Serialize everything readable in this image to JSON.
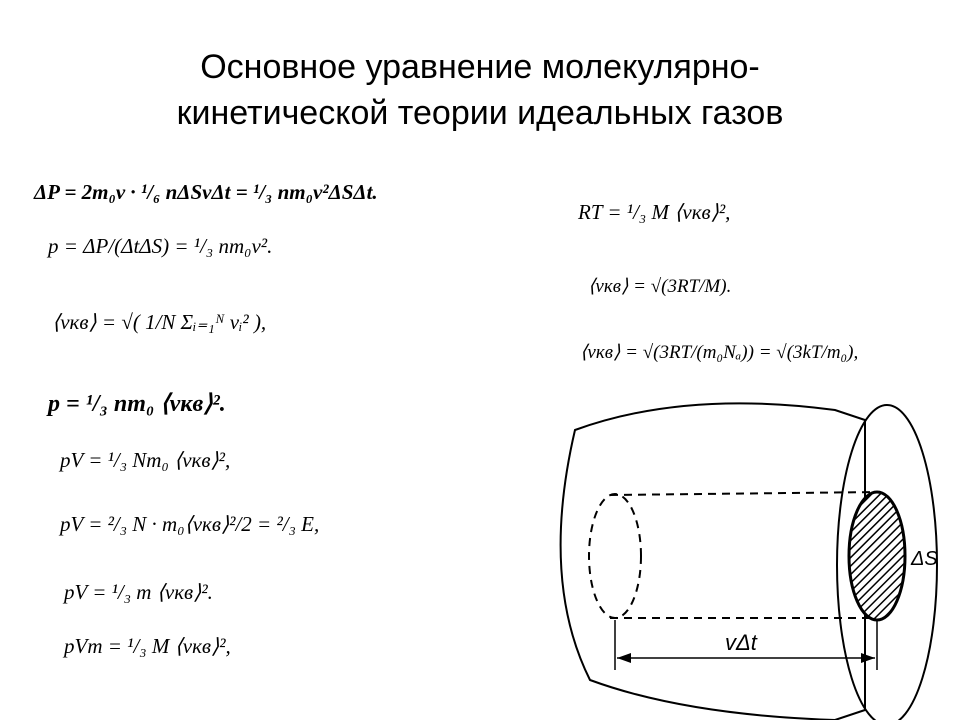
{
  "slide": {
    "title_line1": "Основное уравнение молекулярно-",
    "title_line2": "кинетической теории идеальных газов"
  },
  "equations_left": [
    "ΔP = 2m₀v · ¹/₆ nΔSvΔt = ¹/₃ nm₀v²ΔSΔt.",
    "p = ΔP/(ΔtΔS) = ¹/₃ nm₀v².",
    "⟨vкв⟩ = √( 1/N Σᵢ₌₁ᴺ vᵢ² ),",
    "p = ¹/₃ nm₀ ⟨vкв⟩².",
    "pV = ¹/₃ Nm₀ ⟨vкв⟩²,",
    "pV = ²/₃ N · m₀⟨vкв⟩²/2 = ²/₃ E,",
    "pV = ¹/₃ m ⟨vкв⟩².",
    "pVm = ¹/₃ M ⟨vкв⟩²,"
  ],
  "equations_right": [
    "RT = ¹/₃ M ⟨vкв⟩²,",
    "⟨vкв⟩ = √(3RT/M).",
    "⟨vкв⟩ = √(3RT/(m₀Nₐ)) = √(3kT/m₀),"
  ],
  "figure": {
    "area_label": "ΔS",
    "length_label": "vΔt"
  }
}
